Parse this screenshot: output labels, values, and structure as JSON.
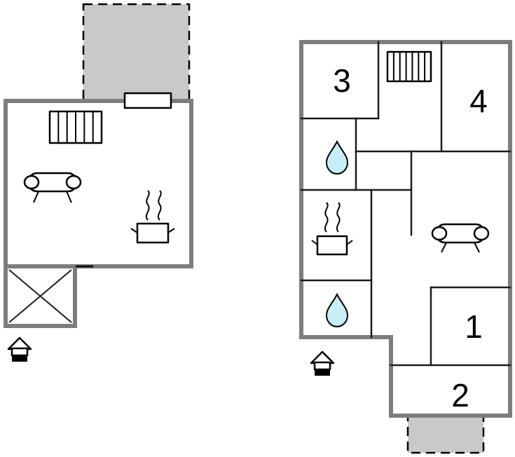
{
  "floorplan": {
    "background": "#ffffff",
    "colors": {
      "wall": "#7d7d7d",
      "partition": "#1c1c1c",
      "terrace_fill": "#c9c9c9",
      "terrace_border": "#000000",
      "water_drop_fill": "#c7edf6",
      "icon_color": "#000000",
      "label_color": "#000000"
    },
    "left_unit": {
      "icons": [
        "terrace-dashed-area",
        "window-icon",
        "radiator-icon",
        "sofa-icon",
        "stove-steam-icon",
        "stairs-cross-icon",
        "entrance-house-icon"
      ]
    },
    "right_unit": {
      "room_labels": {
        "room1": "1",
        "room2": "2",
        "room3": "3",
        "room4": "4"
      },
      "icons": [
        "terrace-dashed-area",
        "radiator-icon",
        "water-drop-icon",
        "water-drop-icon",
        "stove-steam-icon",
        "sofa-icon",
        "entrance-house-icon"
      ]
    }
  }
}
